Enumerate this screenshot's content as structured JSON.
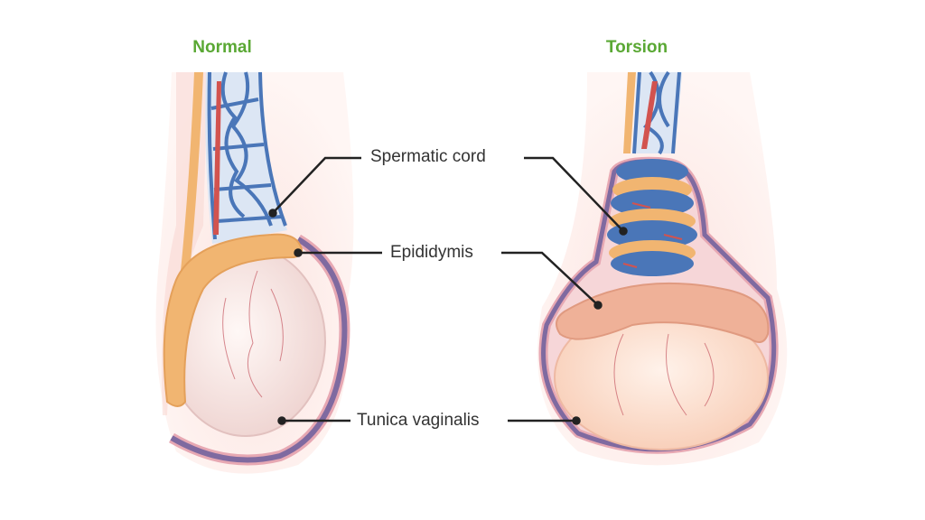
{
  "titles": {
    "normal": "Normal",
    "torsion": "Torsion"
  },
  "labels": {
    "spermatic_cord": "Spermatic cord",
    "epididymis": "Epididymis",
    "tunica_vaginalis": "Tunica vaginalis"
  },
  "colors": {
    "title": "#5aa834",
    "skin": "#fbe6e2",
    "testis": "#f6e0dc",
    "epididymis": "#f1b571",
    "vein": "#4a76b8",
    "artery": "#d2534f",
    "tunica": "#7f6aa0"
  }
}
